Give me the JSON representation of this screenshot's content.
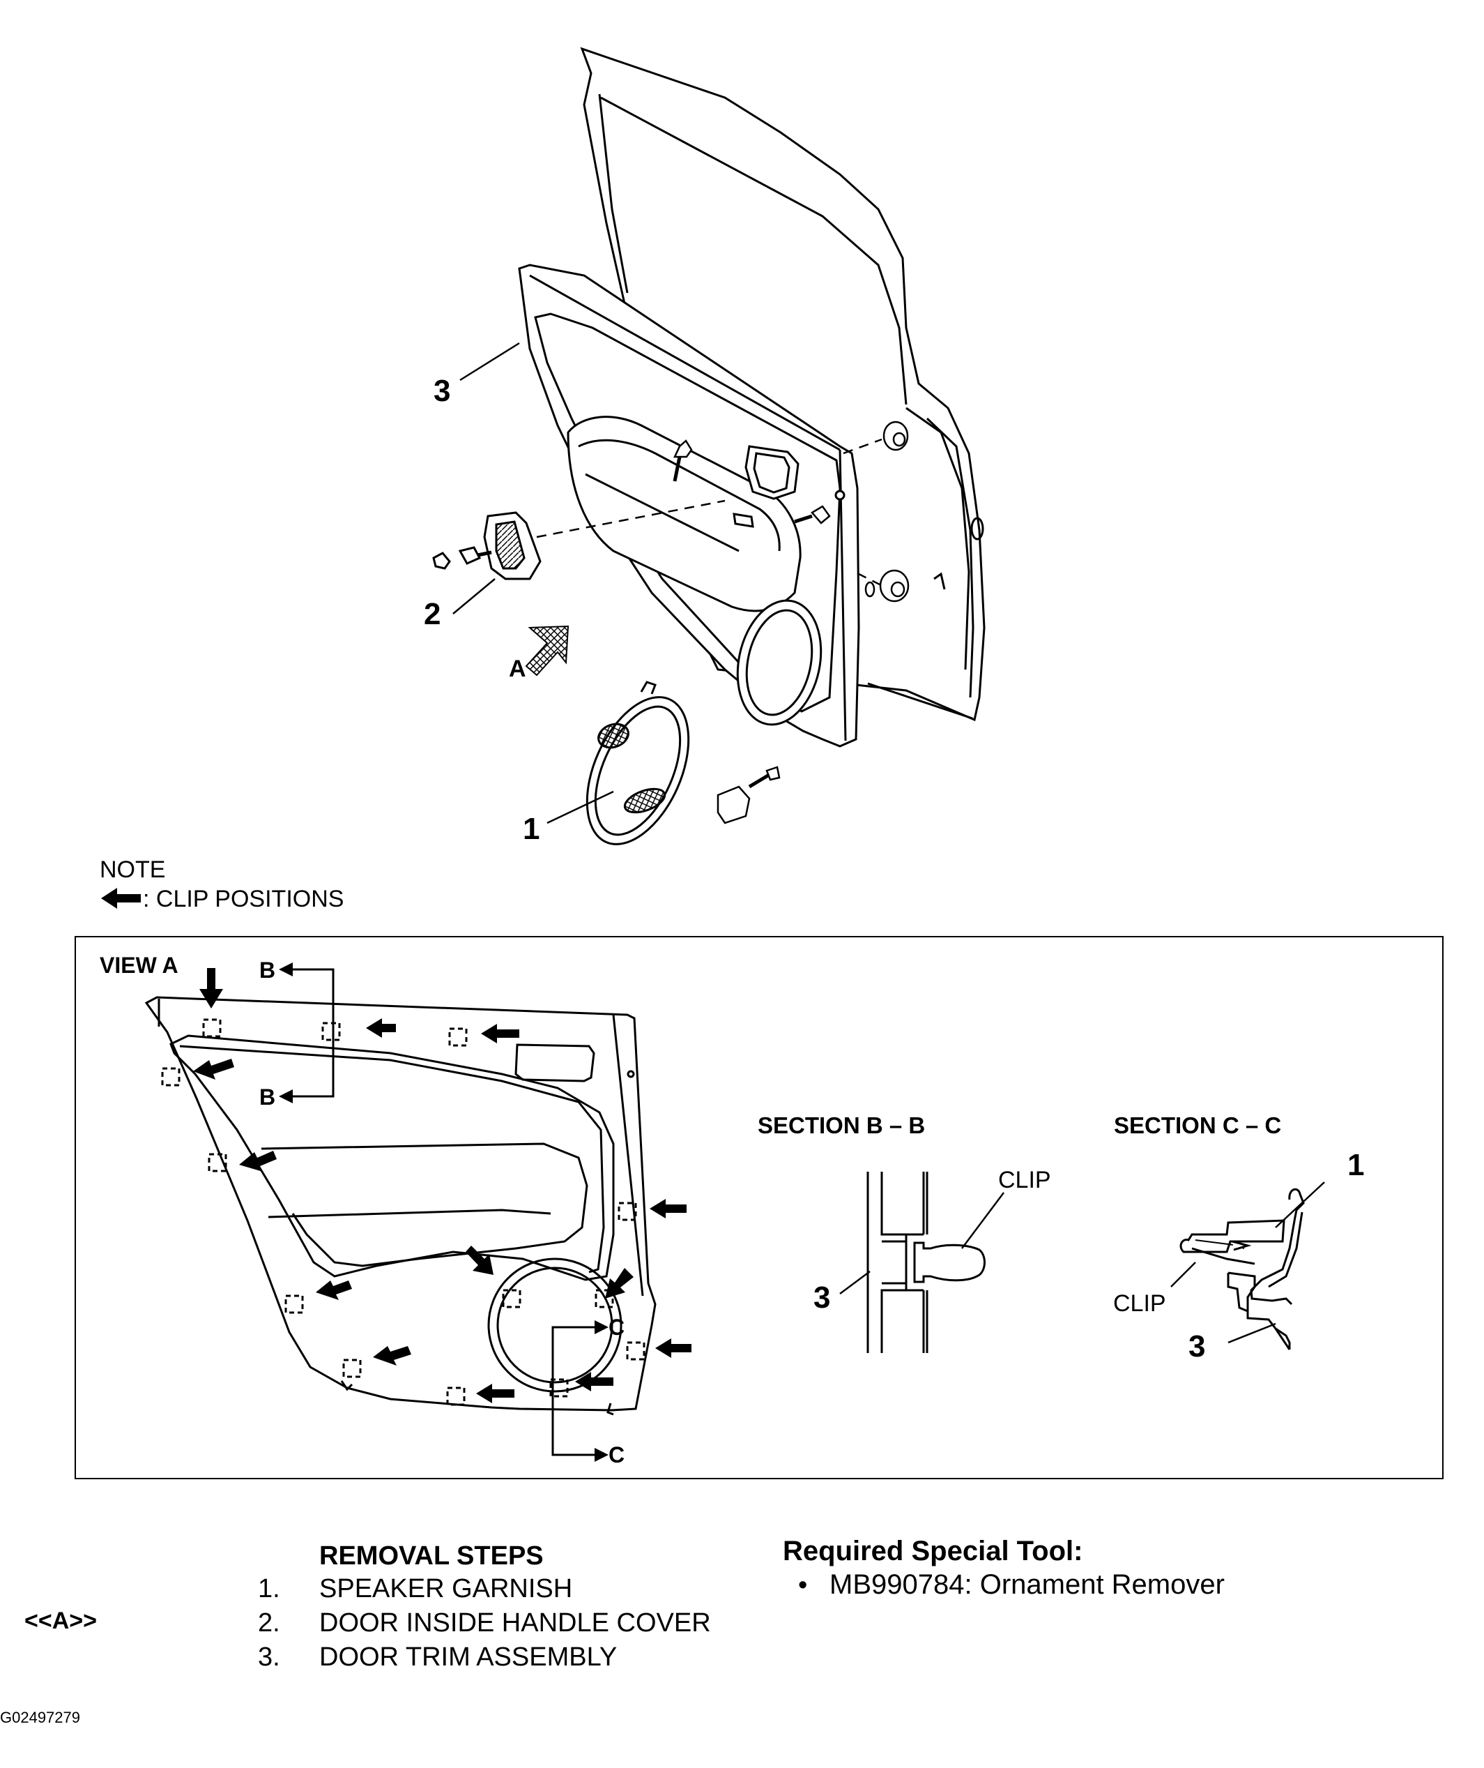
{
  "callouts": {
    "c1": "1",
    "c2": "2",
    "c3": "3",
    "view_arrow": "A"
  },
  "note": {
    "title": "NOTE",
    "legend_text": ": CLIP POSITIONS"
  },
  "view_a": {
    "title": "VIEW A",
    "section_b_top": "B",
    "section_b_bottom": "B",
    "section_c_top": "C",
    "section_c_bottom": "C"
  },
  "section_bb": {
    "title": "SECTION B – B",
    "clip_label": "CLIP",
    "callout": "3"
  },
  "section_cc": {
    "title": "SECTION C – C",
    "clip_label": "CLIP",
    "callout_1": "1",
    "callout_3": "3"
  },
  "removal": {
    "heading": "REMOVAL STEPS",
    "marker": "<<A>>",
    "steps": [
      {
        "num": "1.",
        "label": "SPEAKER GARNISH"
      },
      {
        "num": "2.",
        "label": "DOOR INSIDE HANDLE COVER"
      },
      {
        "num": "3.",
        "label": "DOOR TRIM ASSEMBLY"
      }
    ]
  },
  "tool": {
    "heading": "Required Special Tool:",
    "bullet": "•",
    "item": "MB990784: Ornament Remover"
  },
  "figure_id": "G02497279"
}
